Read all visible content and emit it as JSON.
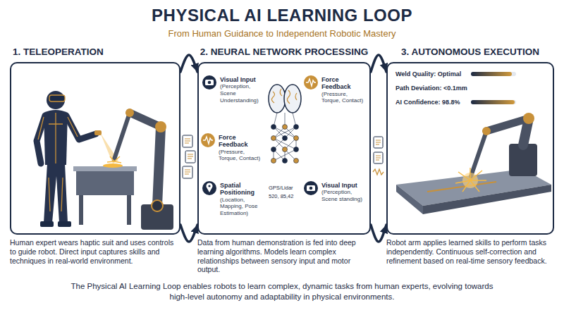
{
  "diagram": {
    "title": "PHYSICAL AI LEARNING LOOP",
    "caption": "The Physical AI Learning Loop enables robots to learn complex, dynamic tasks from human experts, evolving towards high-level autonomy and adaptability in physical environments.",
    "nodes": [
      {
        "text": [
          "1. TELEOPERATION",
          "Human expert wears haptic suit and uses controls to guide robot. Direct input captures skills and techniques in real-world environment."
        ]
      },
      {
        "text": [
          "2. NEURAL NETWORK PROCESSING",
          "Data from human demonstration is fed into deep learning algorithms. Models learn complex relationships between sensory input and motor output."
        ]
      },
      {
        "text": [
          "Visual Input",
          "(Perception, Scene Understanding)"
        ],
        "in": 1
      },
      {
        "text": [
          "Force Feedback",
          "(Pressure, Torque, Contact)"
        ],
        "in": 1
      },
      {
        "text": [
          "Force Feedback",
          "(Pressure, Torque, Contact)"
        ],
        "in": 1
      },
      {
        "text": [
          "Spatial Positioning",
          "(Location, Mapping, Pose Estimation)"
        ],
        "in": 1
      },
      {
        "text": [
          "Visual Input",
          "(Perception, Scene standing)"
        ],
        "in": 1
      },
      {
        "text": [
          "3. AUTONOMOUS EXECUTION",
          "Robot arm applies learned skills to perform tasks independently. Continuous self-correction and refinement based on real-time sensory feedback."
        ]
      }
    ],
    "edges": [
      {
        "from": 0,
        "to": 1,
        "arrow": "to"
      },
      {
        "from": 1,
        "to": 7,
        "arrow": "to"
      },
      {
        "from": 0,
        "to": 1,
        "arrow": "to"
      },
      {
        "from": 1,
        "to": 7,
        "arrow": "to"
      }
    ],
    "labels": [
      "From Human Guidance to Independent Robotic Mastery",
      "GPS/Lidar",
      "520, 85,42",
      "Weld Quality: Optimal",
      "Path Deviation: <0.1mm",
      "AI Confidence: 98.8%"
    ]
  }
}
